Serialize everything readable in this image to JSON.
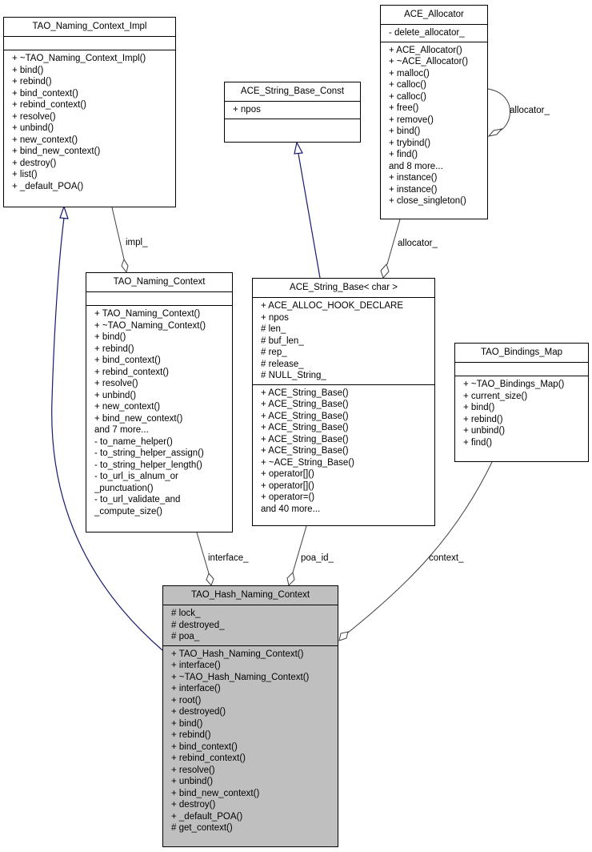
{
  "diagram": {
    "classes": {
      "naming_context_impl": {
        "name": "TAO_Naming_Context_Impl",
        "attributes": [],
        "methods": [
          "+ ~TAO_Naming_Context_Impl()",
          "+ bind()",
          "+ rebind()",
          "+ bind_context()",
          "+ rebind_context()",
          "+ resolve()",
          "+ unbind()",
          "+ new_context()",
          "+ bind_new_context()",
          "+ destroy()",
          "+ list()",
          "+ _default_POA()"
        ]
      },
      "string_base_const": {
        "name": "ACE_String_Base_Const",
        "attributes": [
          "+ npos"
        ],
        "methods": []
      },
      "allocator": {
        "name": "ACE_Allocator",
        "attributes": [
          "- delete_allocator_"
        ],
        "methods": [
          "+ ACE_Allocator()",
          "+ ~ACE_Allocator()",
          "+ malloc()",
          "+ calloc()",
          "+ calloc()",
          "+ free()",
          "+ remove()",
          "+ bind()",
          "+ trybind()",
          "+ find()",
          "and 8 more...",
          "+ instance()",
          "+ instance()",
          "+ close_singleton()"
        ]
      },
      "naming_context": {
        "name": "TAO_Naming_Context",
        "attributes": [],
        "methods": [
          "+ TAO_Naming_Context()",
          "+ ~TAO_Naming_Context()",
          "+ bind()",
          "+ rebind()",
          "+ bind_context()",
          "+ rebind_context()",
          "+ resolve()",
          "+ unbind()",
          "+ new_context()",
          "+ bind_new_context()",
          "and 7 more...",
          "- to_name_helper()",
          "- to_string_helper_assign()",
          "- to_string_helper_length()",
          "- to_url_is_alnum_or",
          "_punctuation()",
          "- to_url_validate_and",
          "_compute_size()"
        ]
      },
      "string_base": {
        "name": "ACE_String_Base< char >",
        "attributes": [
          "+ ACE_ALLOC_HOOK_DECLARE",
          "+ npos",
          "# len_",
          "# buf_len_",
          "# rep_",
          "# release_",
          "# NULL_String_"
        ],
        "methods": [
          "+ ACE_String_Base()",
          "+ ACE_String_Base()",
          "+ ACE_String_Base()",
          "+ ACE_String_Base()",
          "+ ACE_String_Base()",
          "+ ACE_String_Base()",
          "+ ~ACE_String_Base()",
          "+ operator[]()",
          "+ operator[]()",
          "+ operator=()",
          "and 40 more..."
        ]
      },
      "bindings_map": {
        "name": "TAO_Bindings_Map",
        "attributes": [],
        "methods": [
          "+ ~TAO_Bindings_Map()",
          "+ current_size()",
          "+ bind()",
          "+ rebind()",
          "+ unbind()",
          "+ find()"
        ]
      },
      "hash_naming_context": {
        "name": "TAO_Hash_Naming_Context",
        "attributes": [
          "# lock_",
          "# destroyed_",
          "# poa_"
        ],
        "methods": [
          "+ TAO_Hash_Naming_Context()",
          "+ interface()",
          "+ ~TAO_Hash_Naming_Context()",
          "+ interface()",
          "+ root()",
          "+ destroyed()",
          "+ bind()",
          "+ rebind()",
          "+ bind_context()",
          "+ rebind_context()",
          "+ resolve()",
          "+ unbind()",
          "+ bind_new_context()",
          "+ destroy()",
          "+ _default_POA()",
          "# get_context()"
        ]
      }
    },
    "edges": {
      "impl": "impl_",
      "allocator_self": "allocator_",
      "allocator": "allocator_",
      "interface": "interface_",
      "poa_id": "poa_id_",
      "context": "context_"
    },
    "colors": {
      "inheritance": "#191970",
      "association": "#404040",
      "focus_fill": "#bfbfbf"
    }
  }
}
